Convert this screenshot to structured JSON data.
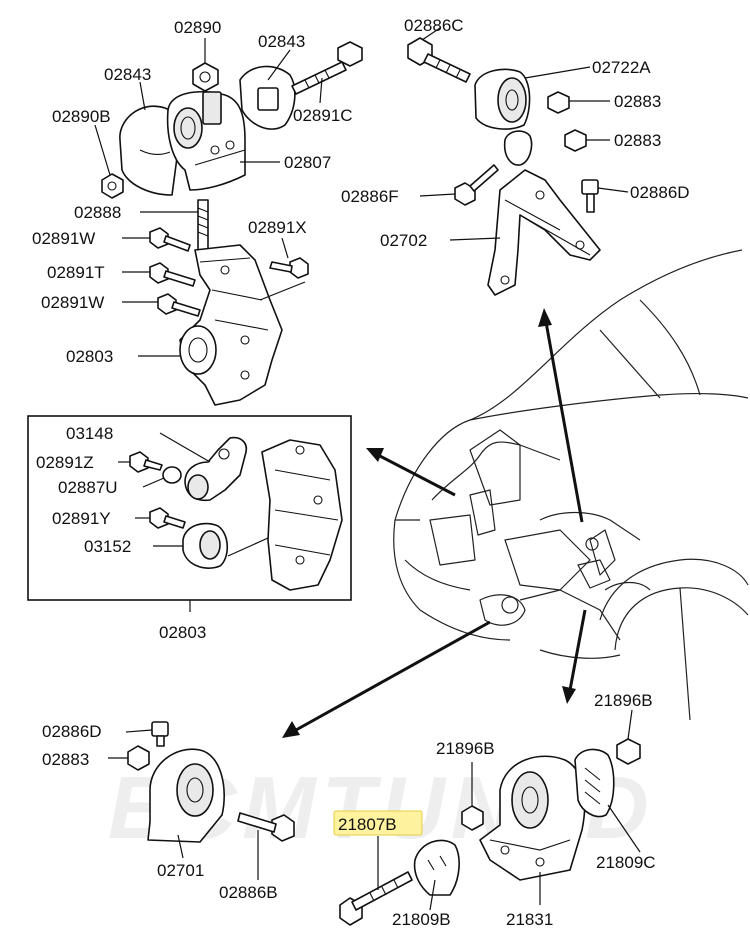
{
  "watermark": "ECMTUNED",
  "labels": {
    "p02890": "02890",
    "p02843a": "02843",
    "p02843b": "02843",
    "p02890B": "02890B",
    "p02891C": "02891C",
    "p02807": "02807",
    "p02888": "02888",
    "p02891W_a": "02891W",
    "p02891X": "02891X",
    "p02891T": "02891T",
    "p02891W_b": "02891W",
    "p02803_top": "02803",
    "p02886C": "02886C",
    "p02722A": "02722A",
    "p02883_a": "02883",
    "p02883_b": "02883",
    "p02886F": "02886F",
    "p02886D_top": "02886D",
    "p02702": "02702",
    "p03148": "03148",
    "p02891Z": "02891Z",
    "p02887U": "02887U",
    "p02891Y": "02891Y",
    "p03152": "03152",
    "p02803_box": "02803",
    "p02886D_bot": "02886D",
    "p02883_bot": "02883",
    "p02701": "02701",
    "p02886B": "02886B",
    "p21807B": "21807B",
    "p21896B_a": "21896B",
    "p21896B_b": "21896B",
    "p21809C": "21809C",
    "p21809B": "21809B",
    "p21831": "21831"
  }
}
